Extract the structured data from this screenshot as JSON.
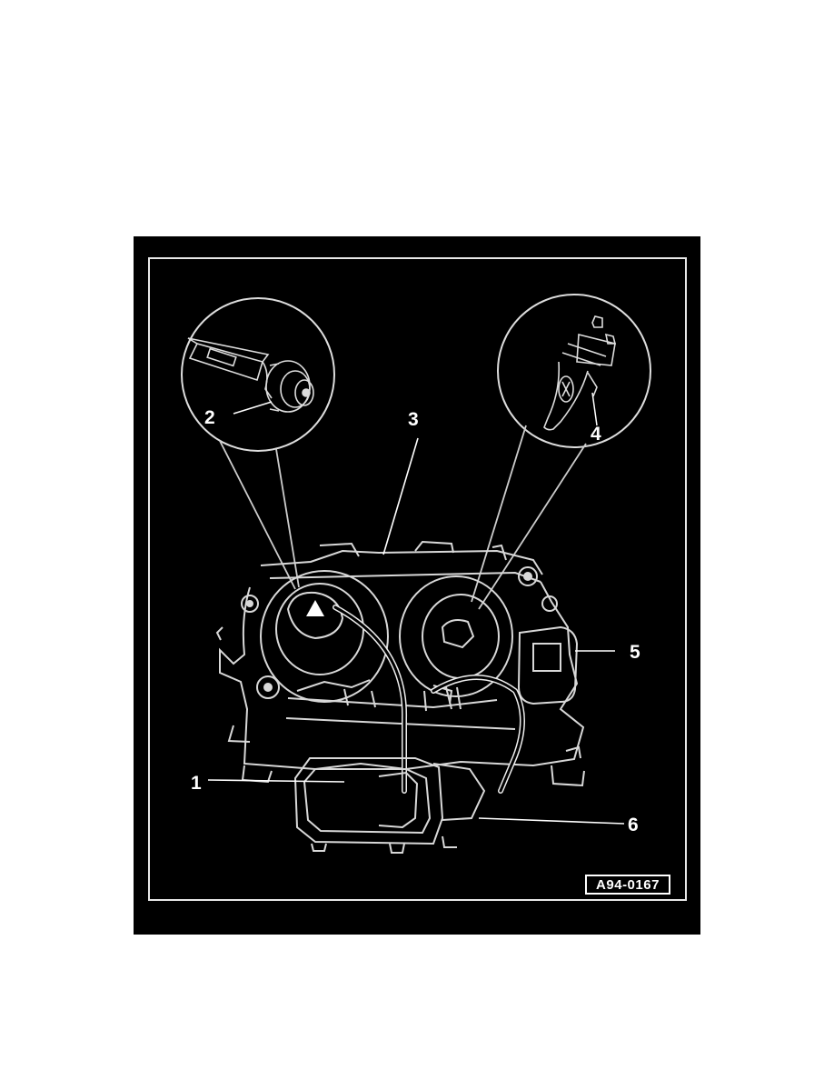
{
  "figure": {
    "id_label": "A94-0167",
    "callouts": [
      {
        "label": "1"
      },
      {
        "label": "2"
      },
      {
        "label": "3"
      },
      {
        "label": "4"
      },
      {
        "label": "5"
      },
      {
        "label": "6"
      }
    ]
  },
  "colors": {
    "background": "#000000",
    "linework": "#ffffff",
    "page": "#ffffff"
  }
}
